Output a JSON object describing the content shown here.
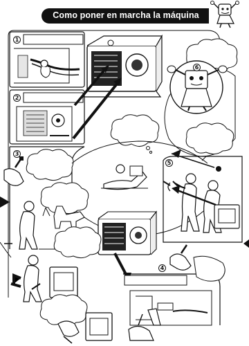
{
  "header": {
    "title": "Como poner en marcha la máquina"
  },
  "steps": [
    {
      "number": "1"
    },
    {
      "number": "2"
    },
    {
      "number": "3"
    },
    {
      "number": "4"
    },
    {
      "number": "5"
    },
    {
      "number": "6"
    }
  ],
  "colors": {
    "ink": "#111111",
    "paper": "#ffffff",
    "panel_gray": "#f3f3f3"
  }
}
